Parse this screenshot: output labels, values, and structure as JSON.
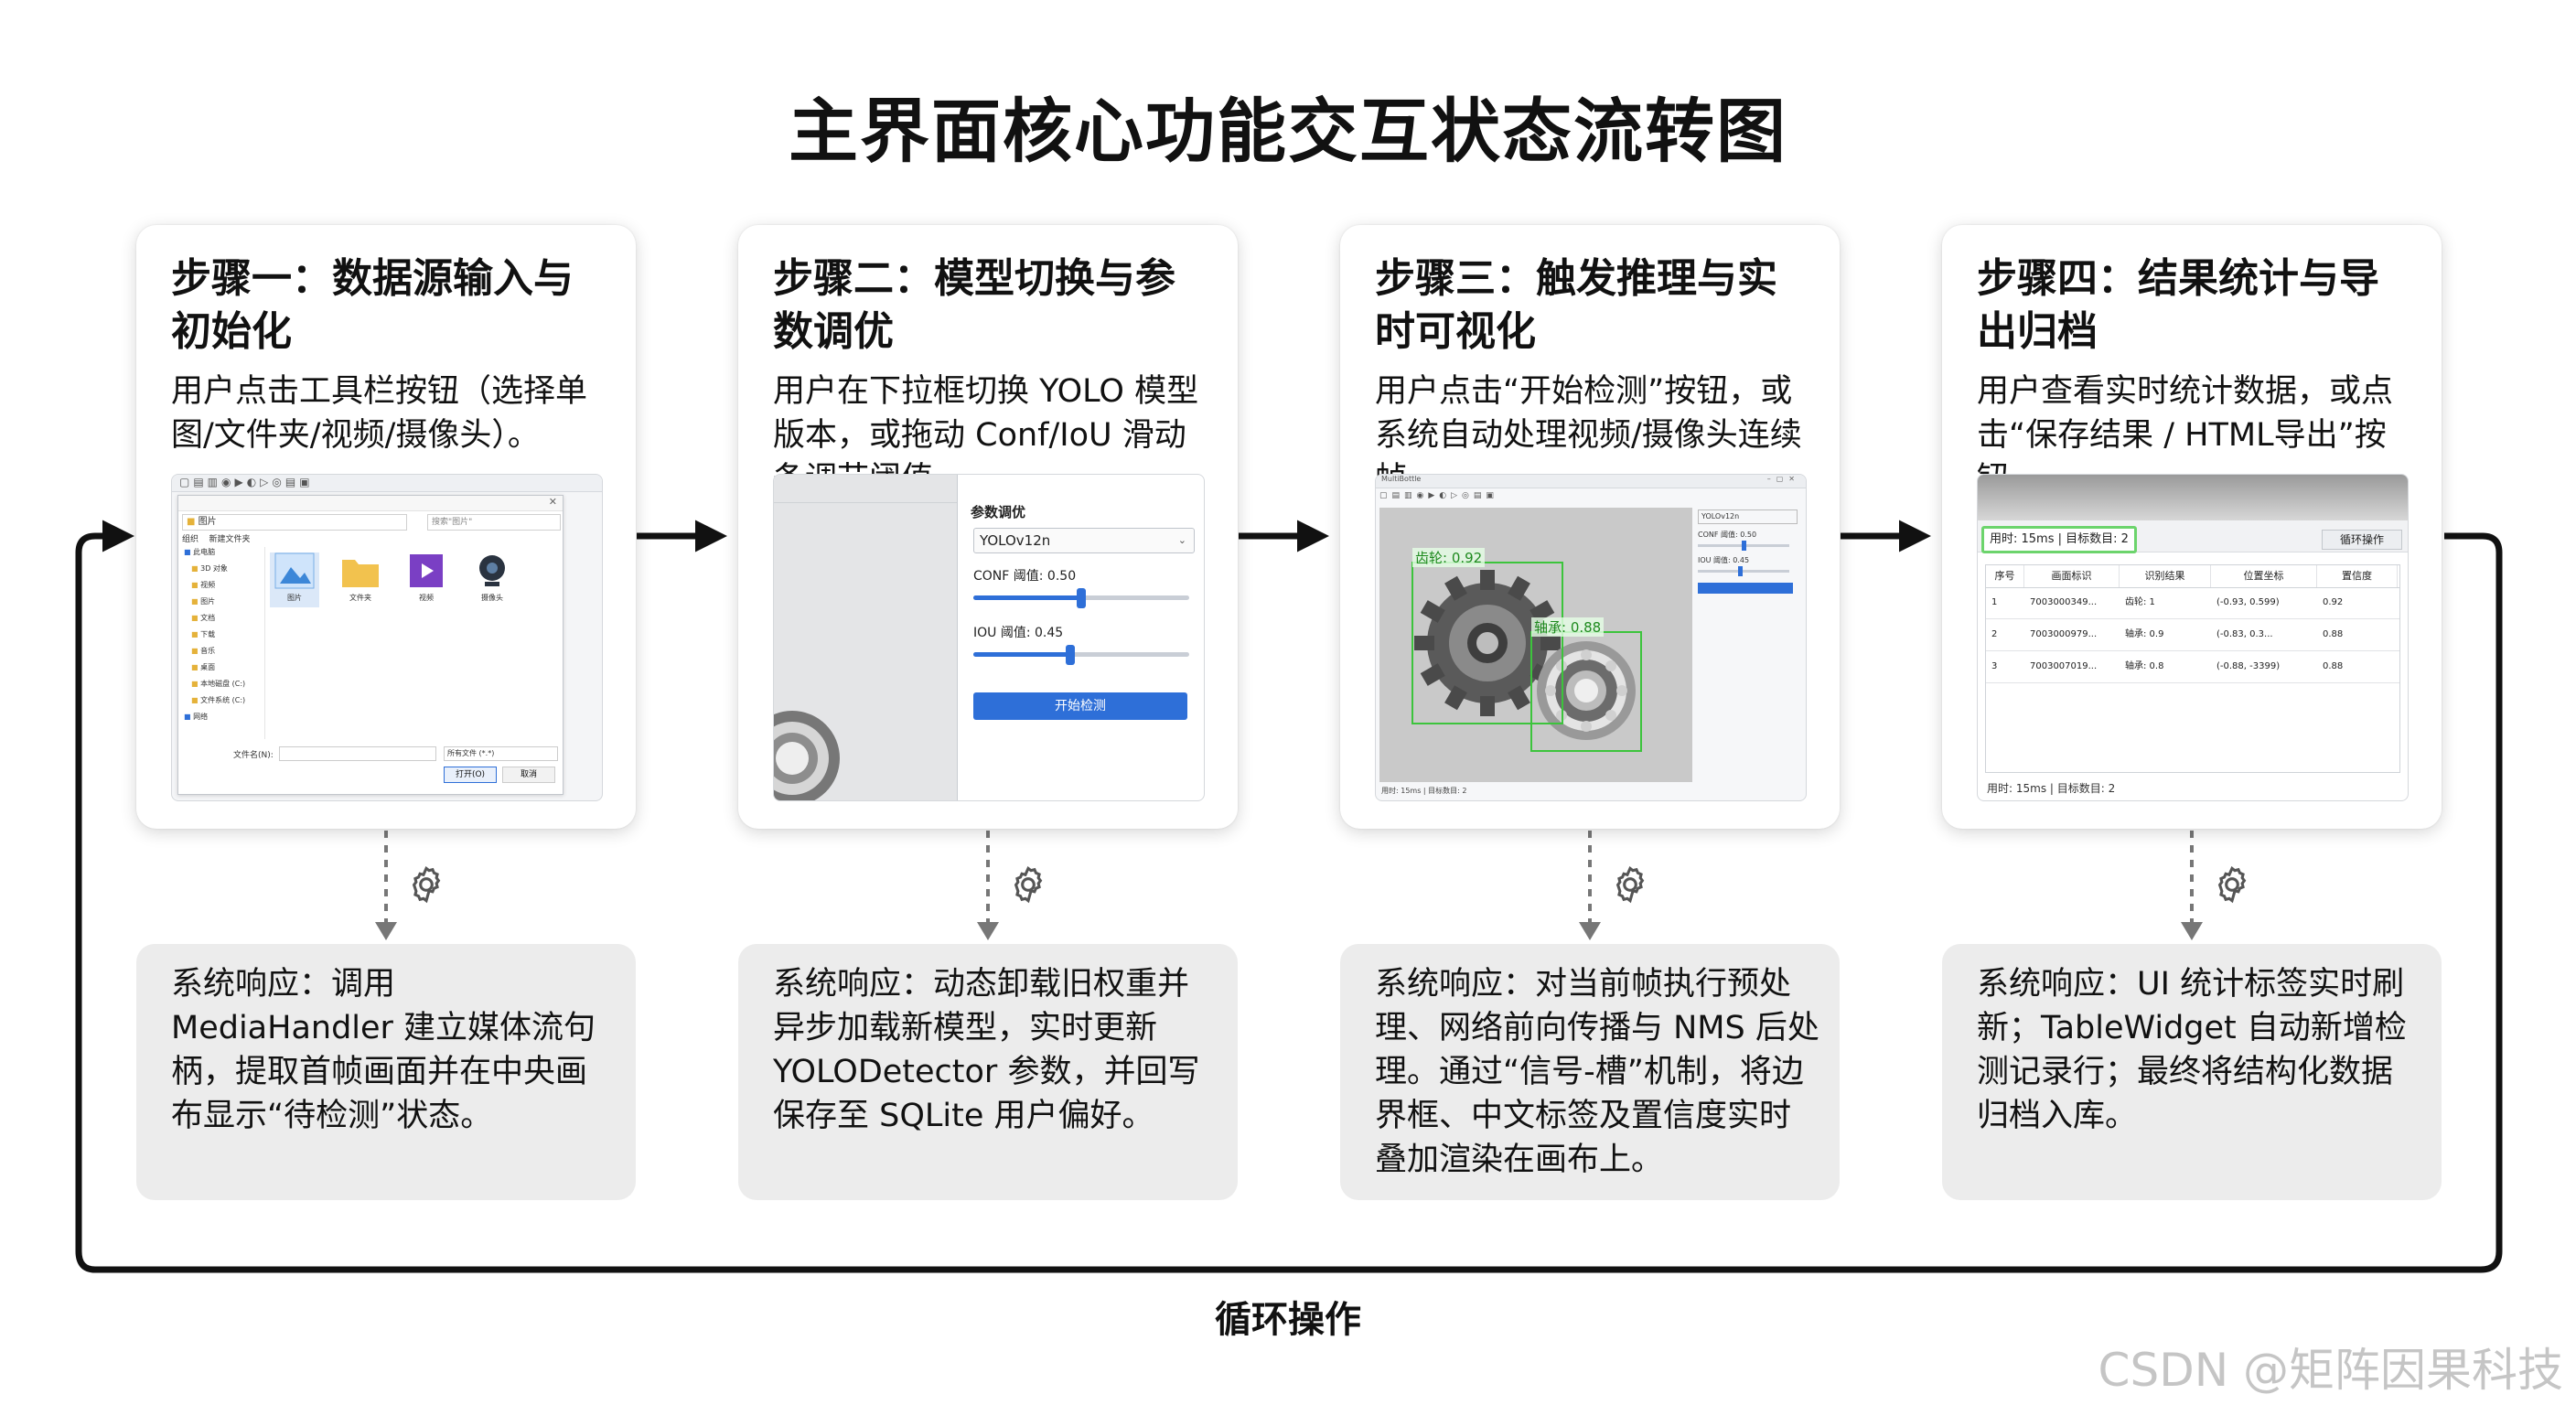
{
  "title": "主界面核心功能交互状态流转图",
  "steps": [
    {
      "title": "步骤一：数据源输入与初始化",
      "desc": "用户点击工具栏按钮（选择单图/文件夹/视频/摄像头）。",
      "response": "系统响应：调用 MediaHandler 建立媒体流句柄，提取首帧画面并在中央画布显示“待检测”状态。",
      "screenshot": {
        "path_label": "图片",
        "search_placeholder": "搜索\"图片\"",
        "toolbar_label1": "组织",
        "toolbar_label2": "新建文件夹",
        "tree": [
          "此电脑",
          "3D 对象",
          "视频",
          "图片",
          "文档",
          "下载",
          "音乐",
          "桌面",
          "本地磁盘 (C:)",
          "文件系统 (C:)",
          "网络"
        ],
        "files": [
          {
            "name": "图片",
            "icon": "image-file-icon"
          },
          {
            "name": "文件夹",
            "icon": "folder-icon"
          },
          {
            "name": "视频",
            "icon": "video-file-icon"
          },
          {
            "name": "摄像头",
            "icon": "webcam-icon"
          }
        ],
        "filename_label": "文件名(N):",
        "filetype_label": "所有文件 (*.*)",
        "open_label": "打开(O)",
        "cancel_label": "取消"
      }
    },
    {
      "title": "步骤二：模型切换与参数调优",
      "desc": "用户在下拉框切换 YOLO 模型版本，或拖动 Conf/IoU 滑动条调节阈值。",
      "response": "系统响应：动态卸载旧权重并异步加载新模型，实时更新 YOLODetector 参数，并回写保存至 SQLite 用户偏好。",
      "screenshot": {
        "panel_title": "参数调优",
        "model_value": "YOLOv12n",
        "conf_label": "CONF 阈值: 0.50",
        "conf_value": 0.5,
        "iou_label": "IOU 阈值: 0.45",
        "iou_value": 0.45,
        "button_label": "开始检测"
      }
    },
    {
      "title": "步骤三：触发推理与实时可视化",
      "desc": "用户点击“开始检测”按钮，或系统自动处理视频/摄像头连续帧。",
      "response": "系统响应：对当前帧执行预处理、网络前向传播与 NMS 后处理。通过“信号-槽”机制，将边界框、中文标签及置信度实时叠加渲染在画布上。",
      "screenshot": {
        "window_title": "MultiBottle",
        "detections": [
          {
            "label": "齿轮: 0.92"
          },
          {
            "label": "轴承: 0.88"
          }
        ],
        "side_model": "YOLOv12n",
        "side_conf": "CONF 阈值: 0.50",
        "side_iou": "IOU 阈值: 0.45",
        "status": "用时: 15ms | 目标数目: 2"
      }
    },
    {
      "title": "步骤四：结果统计与导出归档",
      "desc": "用户查看实时统计数据，或点击“保存结果 / HTML导出”按钮。",
      "response": "系统响应：UI 统计标签实时刷新；TableWidget 自动新增检测记录行；最终将结构化数据归档入库。",
      "screenshot": {
        "stat_label": "用时: 15ms | 目标数目: 2",
        "loop_button": "循环操作",
        "columns": [
          "序号",
          "画面标识",
          "识别结果",
          "位置坐标",
          "置信度"
        ],
        "rows": [
          [
            "1",
            "7003000349...",
            "齿轮: 1",
            "(-0.93, 0.599)",
            "0.92"
          ],
          [
            "2",
            "7003000979...",
            "轴承: 0.9",
            "(-0.83, 0.3...",
            "0.88"
          ],
          [
            "3",
            "7003007019...",
            "轴承: 0.8",
            "(-0.88, -3399)",
            "0.88"
          ]
        ],
        "footer": "用时: 15ms | 目标数目: 2"
      }
    }
  ],
  "loop_label": "循环操作",
  "watermark": "CSDN @矩阵因果科技",
  "colors": {
    "arrow": "#111111",
    "card_bg": "#ffffff",
    "response_bg": "#ececec",
    "detection_box": "#3cc43c",
    "primary_button": "#2e6fd8",
    "gear_icon": "#555555",
    "dashed_line": "#777777"
  }
}
